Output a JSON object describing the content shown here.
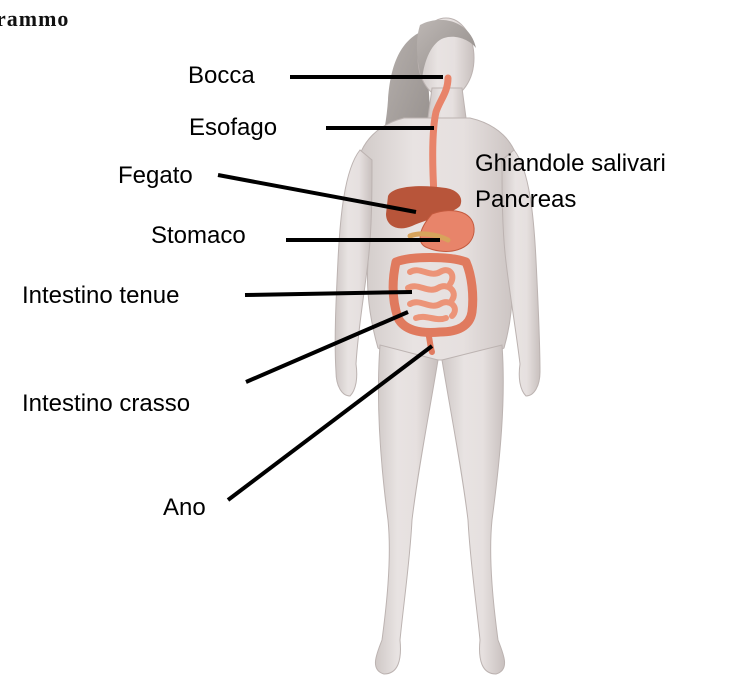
{
  "header": {
    "title_fragment": "rammo"
  },
  "labels": {
    "bocca": "Bocca",
    "esofago": "Esofago",
    "fegato": "Fegato",
    "ghiandole": "Ghiandole salivari",
    "pancreas": "Pancreas",
    "stomaco": "Stomaco",
    "intestino_tenue": "Intestino tenue",
    "intestino_crasso": "Intestino crasso",
    "ano": "Ano"
  },
  "colors": {
    "skin": "#e4dedd",
    "skin_shadow": "#c9c1bf",
    "hair": "#a49e9b",
    "organ": "#e8846a",
    "organ_dark": "#c45a3e",
    "liver": "#b8553a",
    "leader_line": "#000000"
  }
}
